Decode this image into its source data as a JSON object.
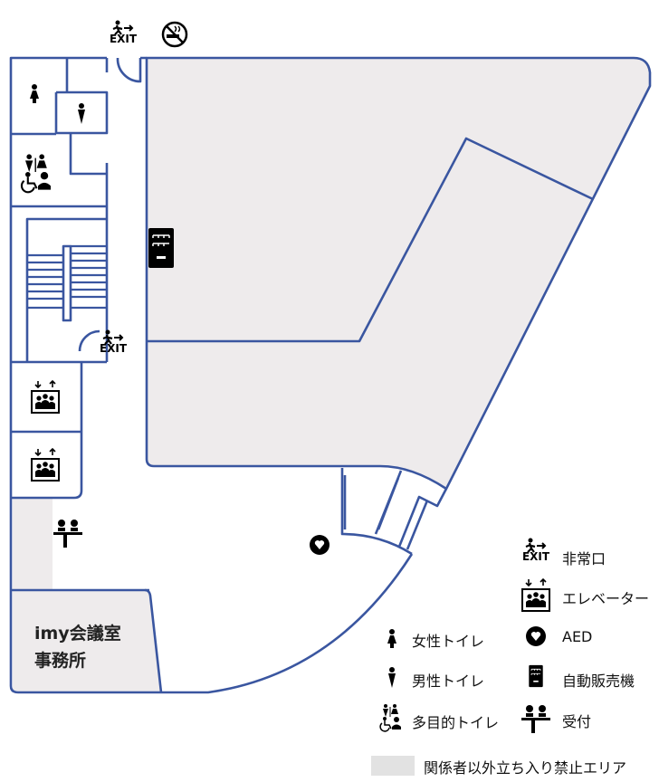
{
  "map": {
    "office_room": {
      "line1": "imy会議室",
      "line2": "事務所"
    },
    "exit_sign_text": "EXIT",
    "colors": {
      "wall": "#3a56a0",
      "restricted_fill": "#eeebec",
      "legend_restricted": "#e2e2e2"
    }
  },
  "legend": {
    "items": [
      {
        "icon": "exit-icon",
        "label": "非常口"
      },
      {
        "icon": "elevator-icon",
        "label": "エレベーター"
      },
      {
        "icon": "female-toilet-icon",
        "label": "女性トイレ"
      },
      {
        "icon": "aed-icon",
        "label": "AED"
      },
      {
        "icon": "male-toilet-icon",
        "label": "男性トイレ"
      },
      {
        "icon": "vending-machine-icon",
        "label": "自動販売機"
      },
      {
        "icon": "multipurpose-toilet-icon",
        "label": "多目的トイレ"
      },
      {
        "icon": "reception-icon",
        "label": "受付"
      }
    ],
    "restricted_label": "関係者以外立ち入り禁止エリア"
  }
}
